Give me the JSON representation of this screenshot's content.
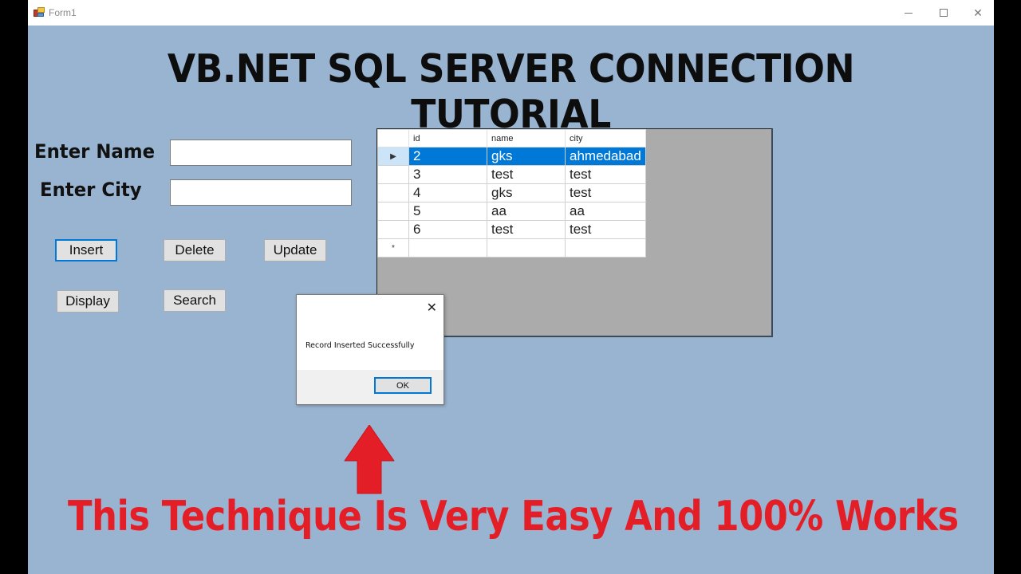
{
  "window": {
    "title": "Form1",
    "icon": "winforms-app-icon",
    "controls": {
      "minimize": "minimize-icon",
      "maximize": "maximize-icon",
      "close": "close-icon"
    }
  },
  "heading": "VB.NET SQL SERVER CONNECTION TUTORIAL",
  "form": {
    "name_label": "Enter Name",
    "name_value": "",
    "city_label": "Enter City",
    "city_value": "",
    "buttons": {
      "insert": "Insert",
      "delete": "Delete",
      "update": "Update",
      "display": "Display",
      "search": "Search"
    }
  },
  "grid": {
    "columns": [
      "id",
      "name",
      "city"
    ],
    "rows": [
      {
        "id": "2",
        "name": "gks",
        "city": "ahmedabad",
        "selected": true
      },
      {
        "id": "3",
        "name": "test",
        "city": "test"
      },
      {
        "id": "4",
        "name": "gks",
        "city": "test"
      },
      {
        "id": "5",
        "name": "aa",
        "city": "aa"
      },
      {
        "id": "6",
        "name": "test",
        "city": "test"
      }
    ],
    "current_row_marker": "▶",
    "new_row_marker": "*"
  },
  "dialog": {
    "message": "Record Inserted Successfully",
    "ok_label": "OK",
    "close_glyph": "✕"
  },
  "annotation": {
    "arrow": "up-arrow",
    "tagline": "This Technique Is Very Easy And 100% Works",
    "color": "#e41e26"
  },
  "colors": {
    "form_background": "#99b4d1",
    "selection": "#0078d7",
    "grid_background": "#ababab"
  }
}
